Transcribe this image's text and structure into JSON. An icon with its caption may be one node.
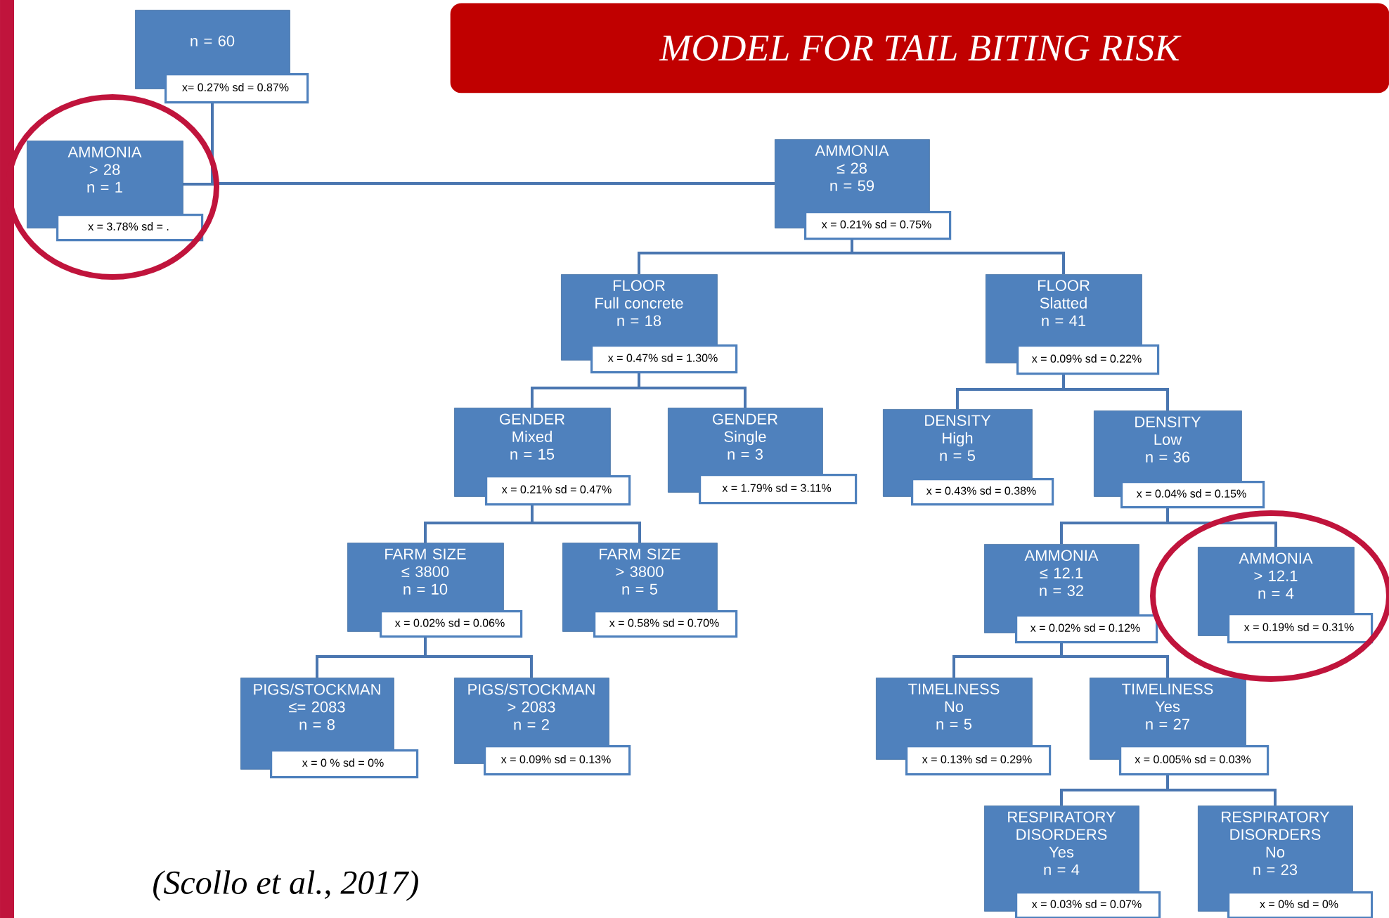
{
  "diagram": {
    "title": "MODEL FOR TAIL BITING RISK",
    "caption": "(Scollo et al., 2017)",
    "nodes": [
      {
        "text": [
          "n = 60",
          "x= 0.27% sd = 0.87%"
        ]
      },
      {
        "text": [
          "AMMONIA",
          "> 28",
          "n = 1",
          "x = 3.78% sd = ."
        ]
      },
      {
        "text": [
          "AMMONIA",
          "≤ 28",
          "n = 59",
          "x = 0.21% sd = 0.75%"
        ]
      },
      {
        "text": [
          "FLOOR",
          "Full concrete",
          "n = 18",
          "x = 0.47% sd = 1.30%"
        ]
      },
      {
        "text": [
          "FLOOR",
          "Slatted",
          "n = 41",
          "x = 0.09% sd = 0.22%"
        ]
      },
      {
        "text": [
          "GENDER",
          "Mixed",
          "n = 15",
          "x = 0.21% sd = 0.47%"
        ]
      },
      {
        "text": [
          "GENDER",
          "Single",
          "n = 3",
          "x = 1.79% sd = 3.11%"
        ]
      },
      {
        "text": [
          "DENSITY",
          "High",
          "n = 5",
          "x = 0.43% sd = 0.38%"
        ]
      },
      {
        "text": [
          "DENSITY",
          "Low",
          "n = 36",
          "x = 0.04% sd = 0.15%"
        ]
      },
      {
        "text": [
          "FARM SIZE",
          "≤ 3800",
          "n = 10",
          "x = 0.02% sd = 0.06%"
        ]
      },
      {
        "text": [
          "FARM SIZE",
          "> 3800",
          "n = 5",
          "x = 0.58% sd = 0.70%"
        ]
      },
      {
        "text": [
          "AMMONIA",
          "≤ 12.1",
          "n = 32",
          "x = 0.02% sd = 0.12%"
        ]
      },
      {
        "text": [
          "AMMONIA",
          "> 12.1",
          "n = 4",
          "x = 0.19% sd = 0.31%"
        ]
      },
      {
        "text": [
          "PIGS/STOCKMAN",
          "≤= 2083",
          "n = 8",
          "x = 0 % sd = 0%"
        ]
      },
      {
        "text": [
          "PIGS/STOCKMAN",
          "> 2083",
          "n = 2",
          "x = 0.09% sd = 0.13%"
        ]
      },
      {
        "text": [
          "TIMELINESS",
          "No",
          "n = 5",
          "x = 0.13% sd = 0.29%"
        ]
      },
      {
        "text": [
          "TIMELINESS",
          "Yes",
          "n = 27",
          "x = 0.005% sd = 0.03%"
        ]
      },
      {
        "text": [
          "RESPIRATORY DISORDERS",
          "Yes",
          "n = 4",
          "x = 0.03% sd = 0.07%"
        ]
      },
      {
        "text": [
          "RESPIRATORY DISORDERS",
          "No",
          "n = 23",
          "x = 0% sd = 0%"
        ]
      }
    ],
    "edges": [
      {
        "from": 0,
        "to": 1,
        "arrow": "none"
      },
      {
        "from": 0,
        "to": 2,
        "arrow": "none"
      },
      {
        "from": 2,
        "to": 3,
        "arrow": "none"
      },
      {
        "from": 2,
        "to": 4,
        "arrow": "none"
      },
      {
        "from": 3,
        "to": 5,
        "arrow": "none"
      },
      {
        "from": 3,
        "to": 6,
        "arrow": "none"
      },
      {
        "from": 4,
        "to": 7,
        "arrow": "none"
      },
      {
        "from": 4,
        "to": 8,
        "arrow": "none"
      },
      {
        "from": 5,
        "to": 9,
        "arrow": "none"
      },
      {
        "from": 5,
        "to": 10,
        "arrow": "none"
      },
      {
        "from": 8,
        "to": 11,
        "arrow": "none"
      },
      {
        "from": 8,
        "to": 12,
        "arrow": "none"
      },
      {
        "from": 9,
        "to": 13,
        "arrow": "none"
      },
      {
        "from": 9,
        "to": 14,
        "arrow": "none"
      },
      {
        "from": 11,
        "to": 15,
        "arrow": "none"
      },
      {
        "from": 11,
        "to": 16,
        "arrow": "none"
      },
      {
        "from": 16,
        "to": 17,
        "arrow": "none"
      },
      {
        "from": 16,
        "to": 18,
        "arrow": "none"
      }
    ]
  }
}
